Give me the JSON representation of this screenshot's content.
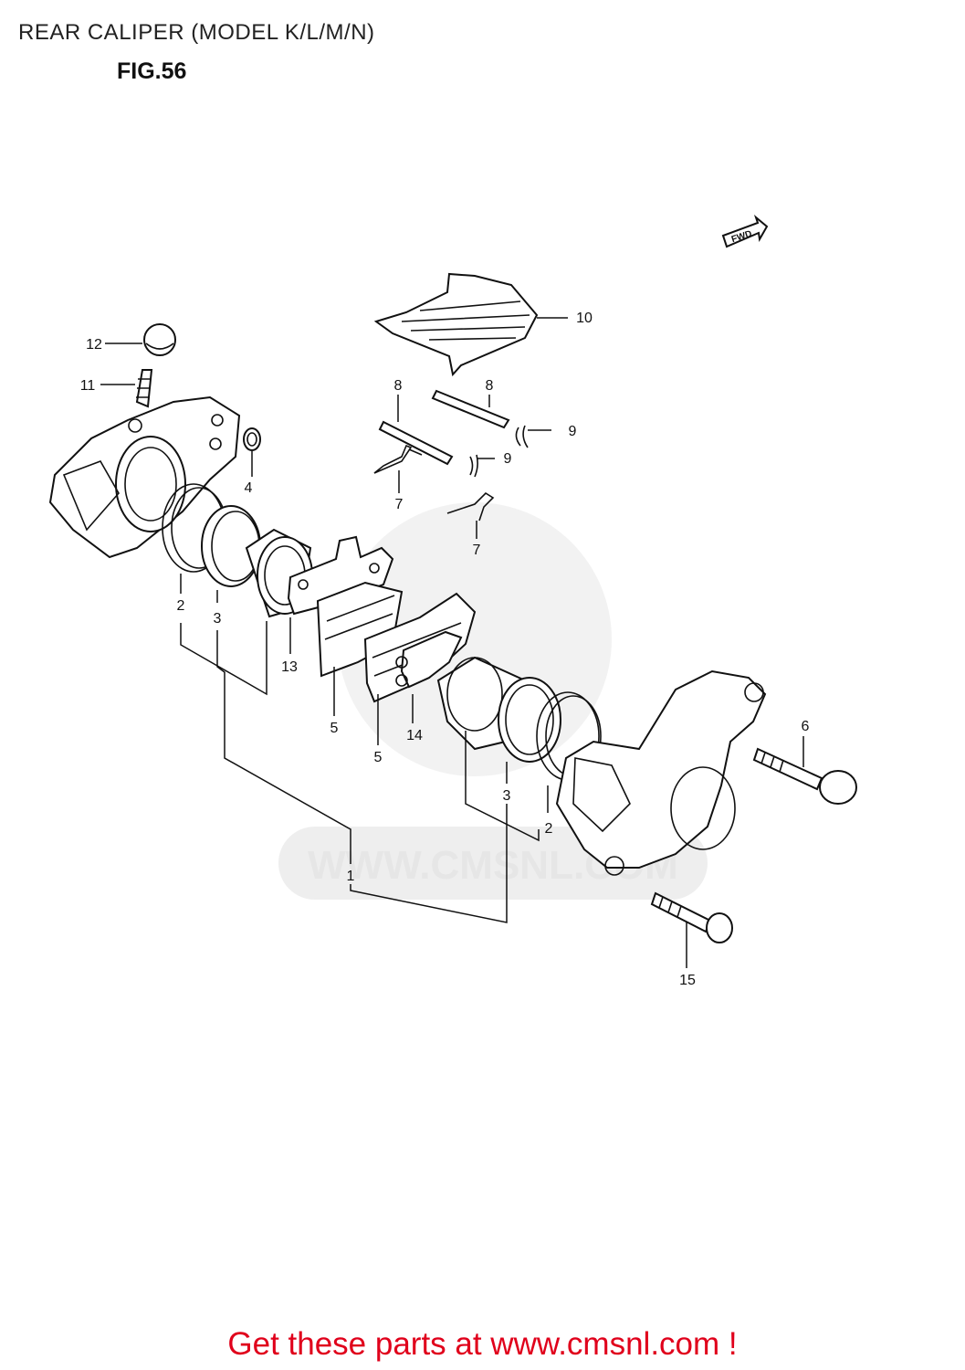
{
  "title": "REAR CALIPER (MODEL K/L/M/N)",
  "figure_label": "FIG.56",
  "watermark": "WWW.CMSNL.COM",
  "direction_badge": "FWD",
  "callouts": {
    "c1": "1",
    "c2a": "2",
    "c2b": "2",
    "c3a": "3",
    "c3b": "3",
    "c4": "4",
    "c5a": "5",
    "c5b": "5",
    "c6": "6",
    "c7a": "7",
    "c7b": "7",
    "c8a": "8",
    "c8b": "8",
    "c9a": "9",
    "c9b": "9",
    "c10": "10",
    "c11": "11",
    "c12": "12",
    "c13": "13",
    "c14": "14",
    "c15": "15"
  },
  "footer_link": "Get these parts at www.cmsnl.com !"
}
